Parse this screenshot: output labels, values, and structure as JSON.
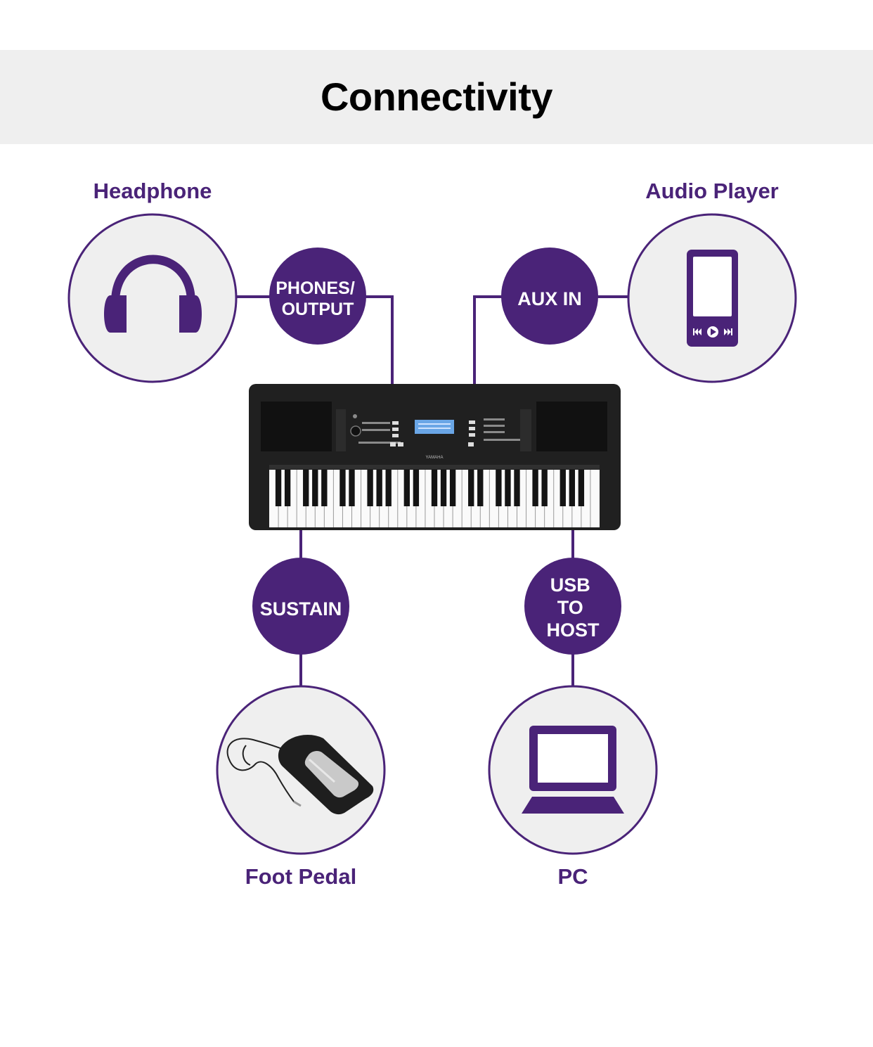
{
  "title": "Connectivity",
  "colors": {
    "accent": "#4a2378",
    "band": "#efefef",
    "circle_fill": "#efefef"
  },
  "devices": [
    {
      "id": "headphone",
      "label": "Headphone",
      "icon": "headphone-icon"
    },
    {
      "id": "audio_player",
      "label": "Audio Player",
      "icon": "audio-player-icon"
    },
    {
      "id": "foot_pedal",
      "label": "Foot Pedal",
      "icon": "foot-pedal-image"
    },
    {
      "id": "pc",
      "label": "PC",
      "icon": "laptop-icon"
    }
  ],
  "ports": [
    {
      "id": "phones_output",
      "lines": [
        "PHONES/",
        "OUTPUT"
      ]
    },
    {
      "id": "aux_in",
      "lines": [
        "AUX IN"
      ]
    },
    {
      "id": "sustain",
      "lines": [
        "SUSTAIN"
      ]
    },
    {
      "id": "usb_to_host",
      "lines": [
        "USB",
        "TO",
        "HOST"
      ]
    }
  ],
  "center": {
    "icon": "keyboard-image",
    "brand": "YAMAHA"
  }
}
